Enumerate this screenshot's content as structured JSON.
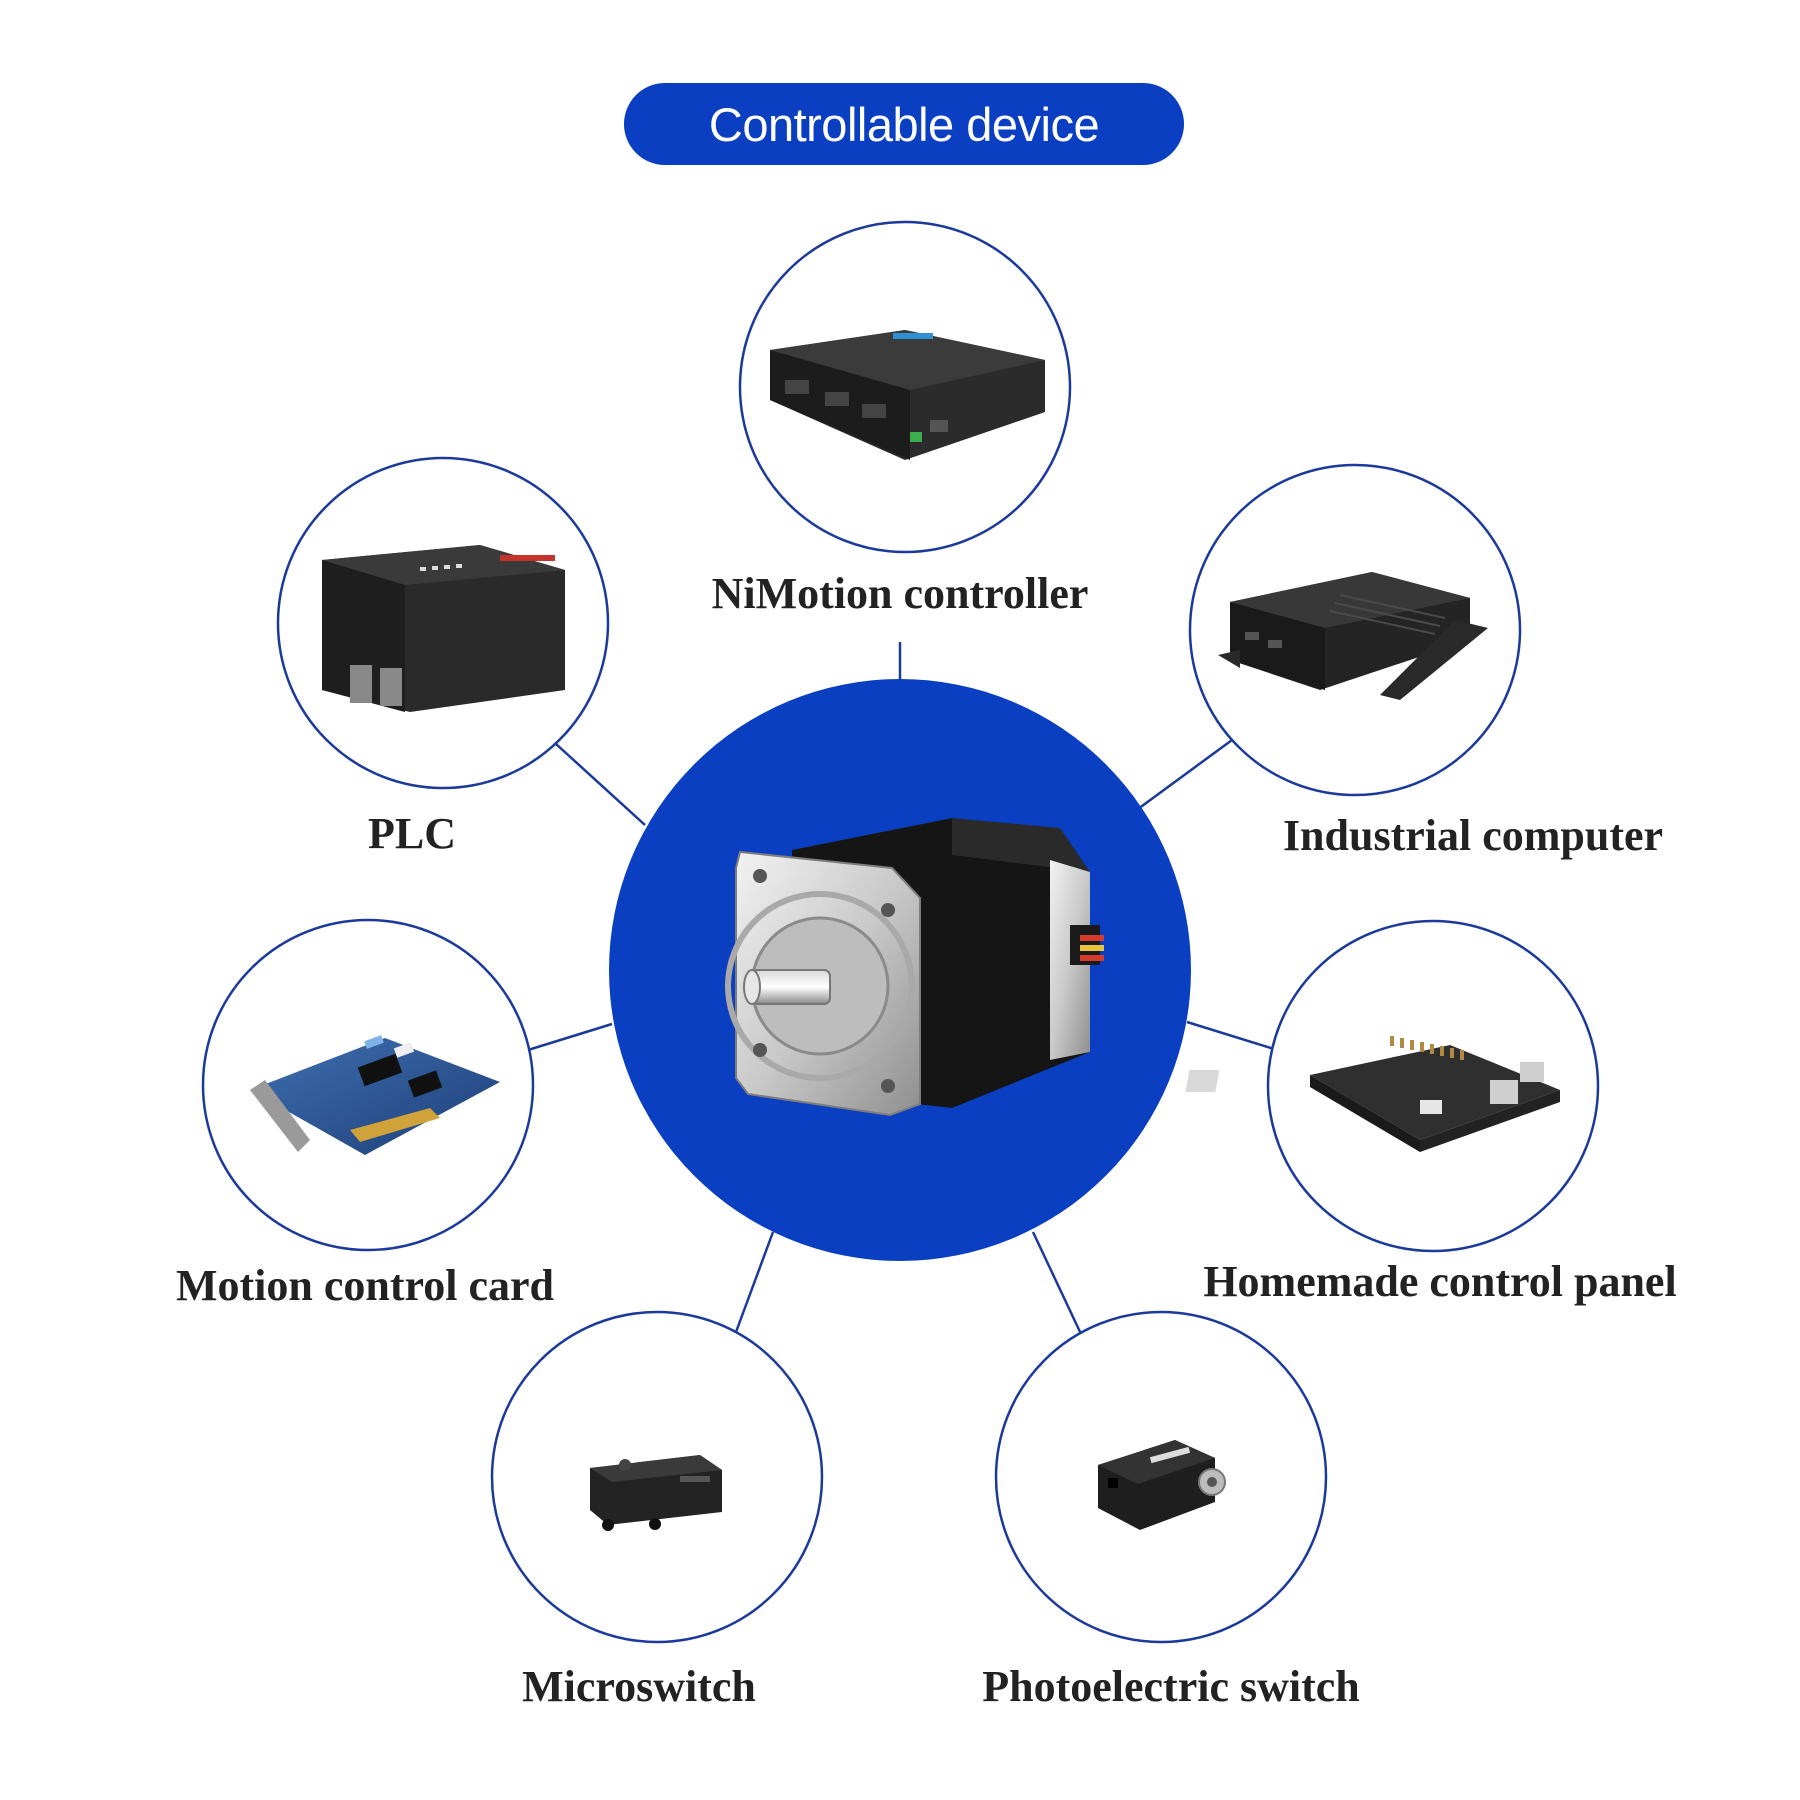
{
  "title": "Controllable device",
  "center": {
    "name": "stepper-motor",
    "color": "#0a3fc2"
  },
  "colors": {
    "accent": "#0a3fc2",
    "ring": "#1b3a9a",
    "text": "#222222"
  },
  "devices": [
    {
      "id": "nimotion-controller",
      "label": "NiMotion controller"
    },
    {
      "id": "plc",
      "label": "PLC"
    },
    {
      "id": "industrial-computer",
      "label": "Industrial computer"
    },
    {
      "id": "motion-control-card",
      "label": "Motion control card"
    },
    {
      "id": "homemade-control-panel",
      "label": "Homemade control panel"
    },
    {
      "id": "microswitch",
      "label": "Microswitch"
    },
    {
      "id": "photoelectric-switch",
      "label": "Photoelectric switch"
    }
  ]
}
